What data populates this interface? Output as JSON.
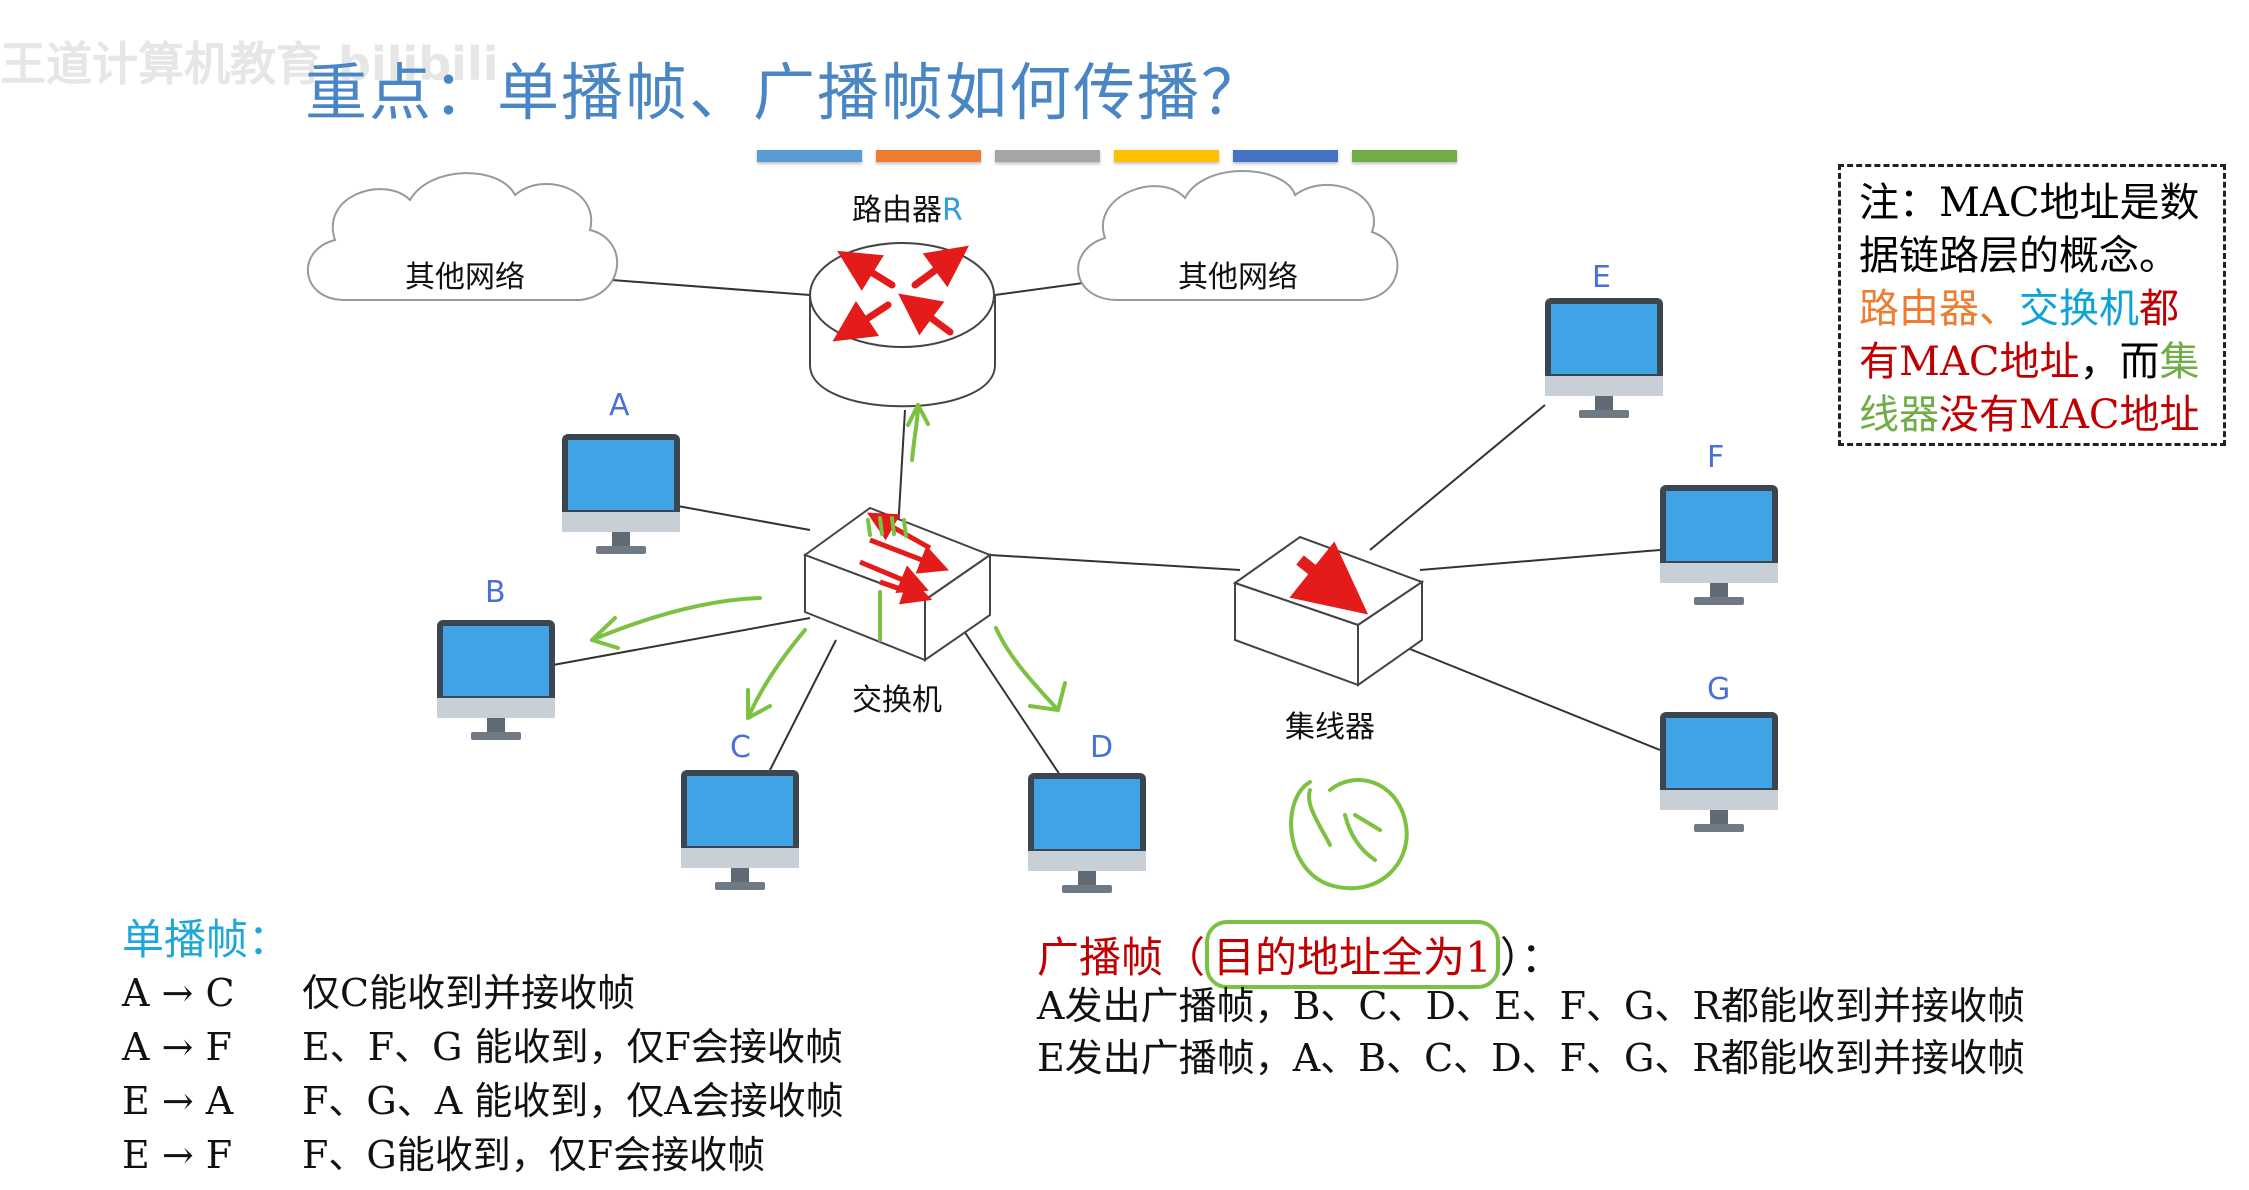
{
  "watermark": "王道计算机教育 bilibili",
  "title": "重点：单播帧、广播帧如何传播？",
  "color_bars": [
    "#5b9bd5",
    "#ed7d31",
    "#a5a5a5",
    "#ffc000",
    "#4472c4",
    "#70ad47"
  ],
  "router": {
    "label": "路由器",
    "suffix": "R"
  },
  "switch": {
    "label": "交换机"
  },
  "hub": {
    "label": "集线器"
  },
  "clouds": [
    "其他网络",
    "其他网络"
  ],
  "nodes": {
    "A": "A",
    "B": "B",
    "C": "C",
    "D": "D",
    "E": "E",
    "F": "F",
    "G": "G"
  },
  "note": {
    "line1": "注：MAC地址是数",
    "line2": "据链路层的概念。",
    "router_word": "路由器",
    "sep": "、",
    "switch_word": "交换机",
    "du": "都",
    "line4a": "有MAC地址",
    "line4b": "，而",
    "line4c": "集",
    "line5a": "线器",
    "line5b": "没有MAC地址"
  },
  "unicast": {
    "title": "单播帧：",
    "rows": [
      {
        "pair": "A → C",
        "desc": "仅C能收到并接收帧"
      },
      {
        "pair": "A → F",
        "desc": "E、F、G 能收到，仅F会接收帧"
      },
      {
        "pair": "E → A",
        "desc": "F、G、A 能收到，仅A会接收帧"
      },
      {
        "pair": "E → F",
        "desc": "F、G能收到，仅F会接收帧"
      }
    ]
  },
  "broadcast": {
    "title_a": "广播帧（",
    "title_b": "目的地址全为1",
    "title_c": "）：",
    "rows": [
      "A发出广播帧，B、C、D、E、F、G、R都能收到并接收帧",
      "E发出广播帧，A、B、C、D、F、G、R都能收到并接收帧"
    ]
  },
  "colors": {
    "title": "#4a86c5",
    "red": "#c00000",
    "green": "#70ad47",
    "orange": "#ed7d31",
    "blue": "#0ea3d8",
    "node_letter": "#4a6fd6",
    "monitor": "#3fa3e6"
  }
}
